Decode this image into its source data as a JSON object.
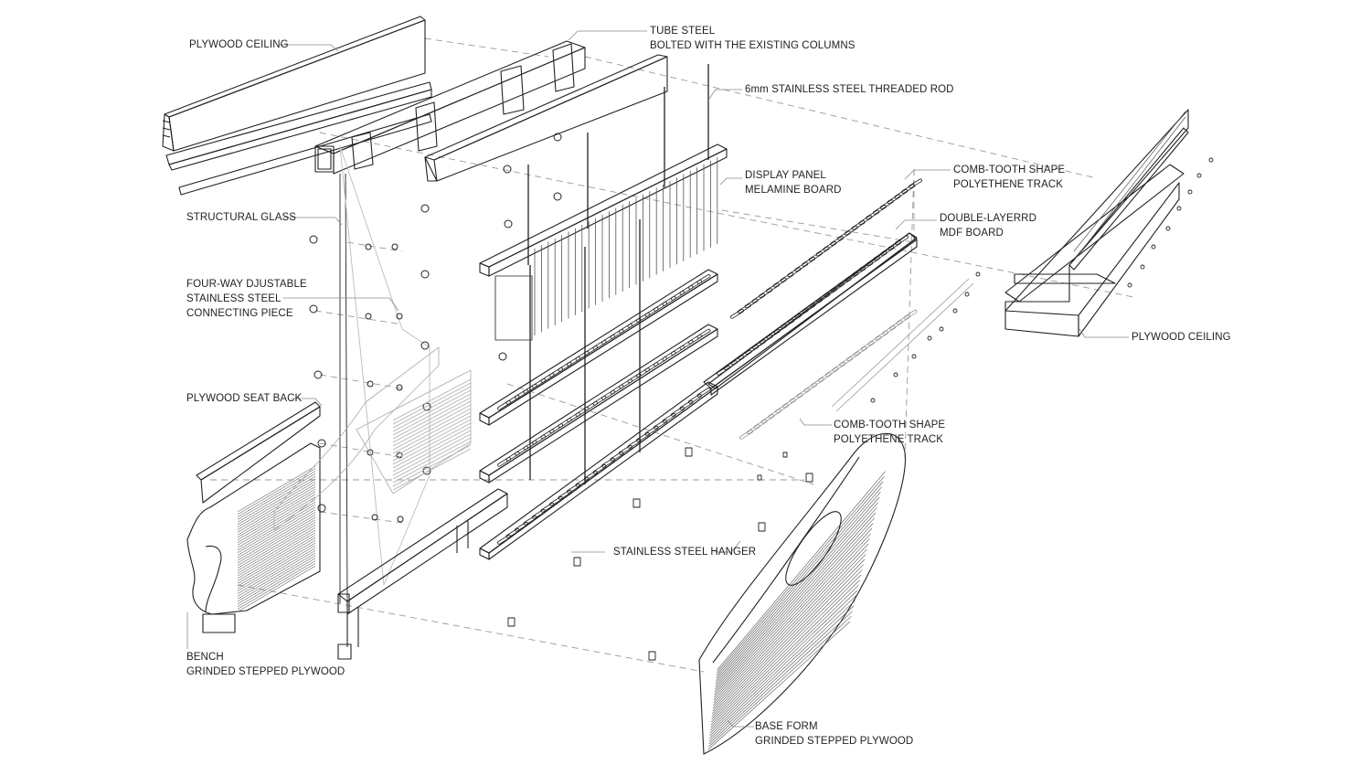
{
  "diagram": {
    "type": "exploded-axonometric",
    "stroke_color": "#222222",
    "leader_color": "#8a8a8a",
    "dash_color": "#9a9a9a",
    "background": "#ffffff",
    "labels": {
      "plywood_ceiling_left": [
        "PLYWOOD CEILING"
      ],
      "tube_steel": [
        "TUBE STEEL",
        "BOLTED WITH  THE EXISTING COLUMNS"
      ],
      "threaded_rod": [
        "6mm STAINLESS STEEL THREADED ROD"
      ],
      "display_panel": [
        "DISPLAY PANEL",
        "MELAMINE BOARD"
      ],
      "comb_track_top": [
        "COMB-TOOTH SHAPE",
        "POLYETHENE TRACK"
      ],
      "mdf_board": [
        "DOUBLE-LAYERRD",
        "MDF BOARD"
      ],
      "structural_glass": [
        "STRUCTURAL GLASS"
      ],
      "connecting_piece": [
        "FOUR-WAY DJUSTABLE",
        "STAINLESS STEEL",
        "CONNECTING PIECE"
      ],
      "seat_back": [
        "PLYWOOD SEAT BACK"
      ],
      "comb_track_bottom": [
        "COMB-TOOTH SHAPE",
        "POLYETHENE TRACK"
      ],
      "plywood_ceiling_right": [
        "PLYWOOD CEILING"
      ],
      "hanger": [
        "STAINLESS STEEL HANGER"
      ],
      "bench": [
        "BENCH",
        "GRINDED STEPPED PLYWOOD"
      ],
      "base_form": [
        "BASE FORM",
        "GRINDED STEPPED PLYWOOD"
      ]
    }
  }
}
